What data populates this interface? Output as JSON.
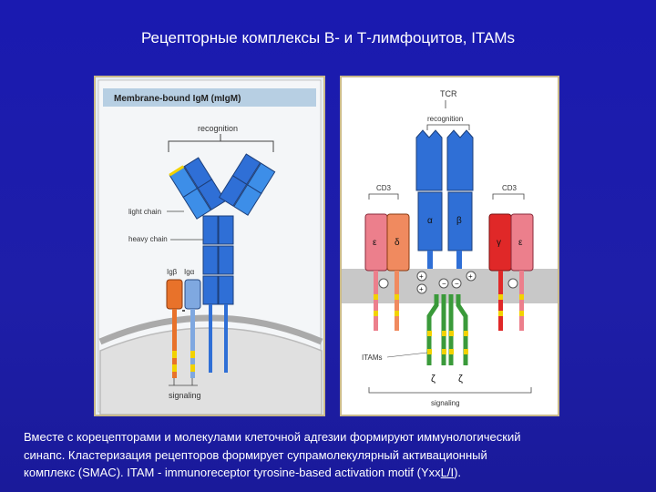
{
  "slide": {
    "title": "Рецепторные комплексы В- и Т-лимфоцитов, ITAMs",
    "caption_lines": [
      "Вместе с корецепторами и молекулами клеточной адгезии формируют иммунологический",
      "синапс. Кластеризация рецепторов формирует супрамолекулярный активационный",
      "комплекс (SMAC). ITAM - immunoreceptor tyrosine-based activation motif (Yxx",
      "L/I",
      ")."
    ]
  },
  "bcr": {
    "header": "Membrane-bound IgM (mIgM)",
    "recognition": "recognition",
    "light_chain": "light chain",
    "heavy_chain": "heavy chain",
    "ig_beta": "Igβ",
    "ig_alpha": "Igα",
    "signaling": "signaling"
  },
  "tcr": {
    "header": "TCR",
    "recognition": "recognition",
    "cd3_left": "CD3",
    "cd3_right": "CD3",
    "epsilon_left": "ε",
    "delta": "δ",
    "alpha": "α",
    "beta": "β",
    "gamma": "γ",
    "epsilon_right": "ε",
    "itams": "ITAMs",
    "zeta_left": "ζ",
    "zeta_right": "ζ",
    "signaling": "signaling"
  },
  "colors": {
    "background": "#1a1ab0",
    "heavy_chain_blue": "#2f6fd6",
    "light_chain_blue": "#3d8ee8",
    "ig_beta_orange": "#e8722a",
    "ig_alpha_blue": "#7fa8e0",
    "cd3_pink": "#ec7f8c",
    "cd3_salmon": "#f08a5f",
    "cd3_red": "#e02828",
    "zeta_green": "#3a9a3a",
    "membrane_grey": "#c8c8c8",
    "itam_yellow": "#f2d200"
  }
}
